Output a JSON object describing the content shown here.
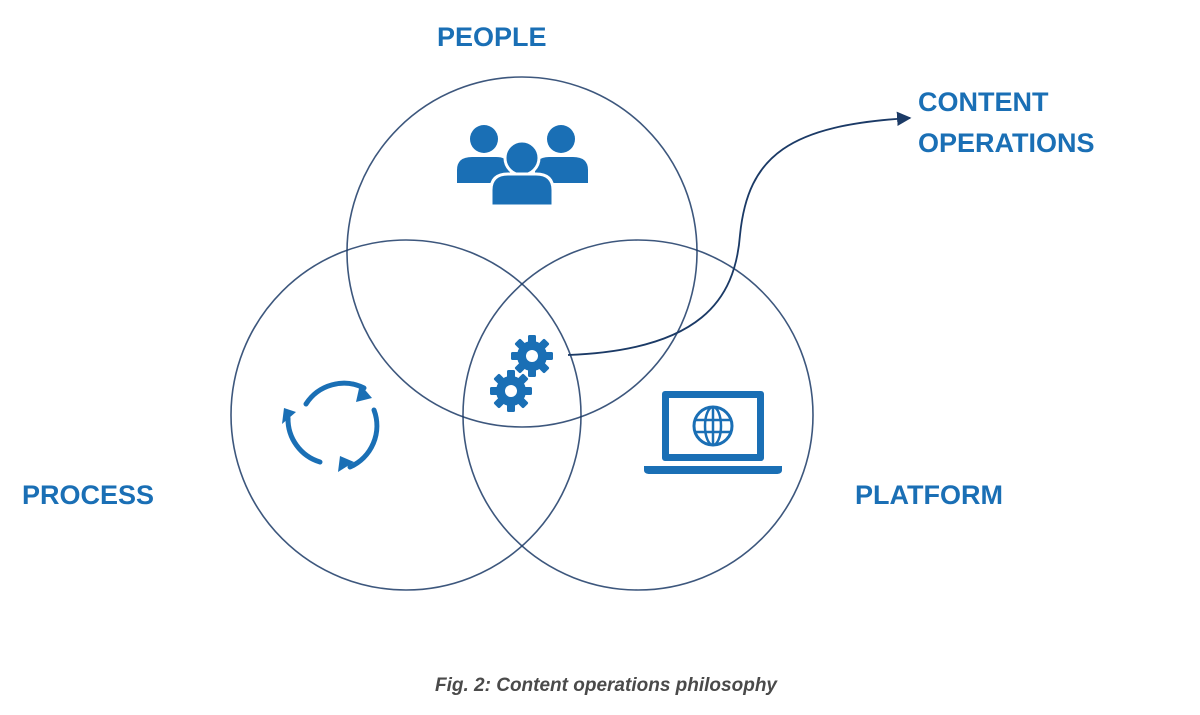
{
  "labels": {
    "people": "PEOPLE",
    "process": "PROCESS",
    "platform": "PLATFORM",
    "content_operations_line1": "CONTENT",
    "content_operations_line2": "OPERATIONS"
  },
  "caption": "Fig. 2: Content operations philosophy",
  "icons": {
    "people": "users-group-icon",
    "process": "cycle-arrows-icon",
    "platform": "laptop-globe-icon",
    "intersection": "gears-icon"
  },
  "colors": {
    "label": "#1a6fb5",
    "icon": "#1a6fb5",
    "circle_stroke": "#1b3a66",
    "caption": "#4a4a4a"
  }
}
